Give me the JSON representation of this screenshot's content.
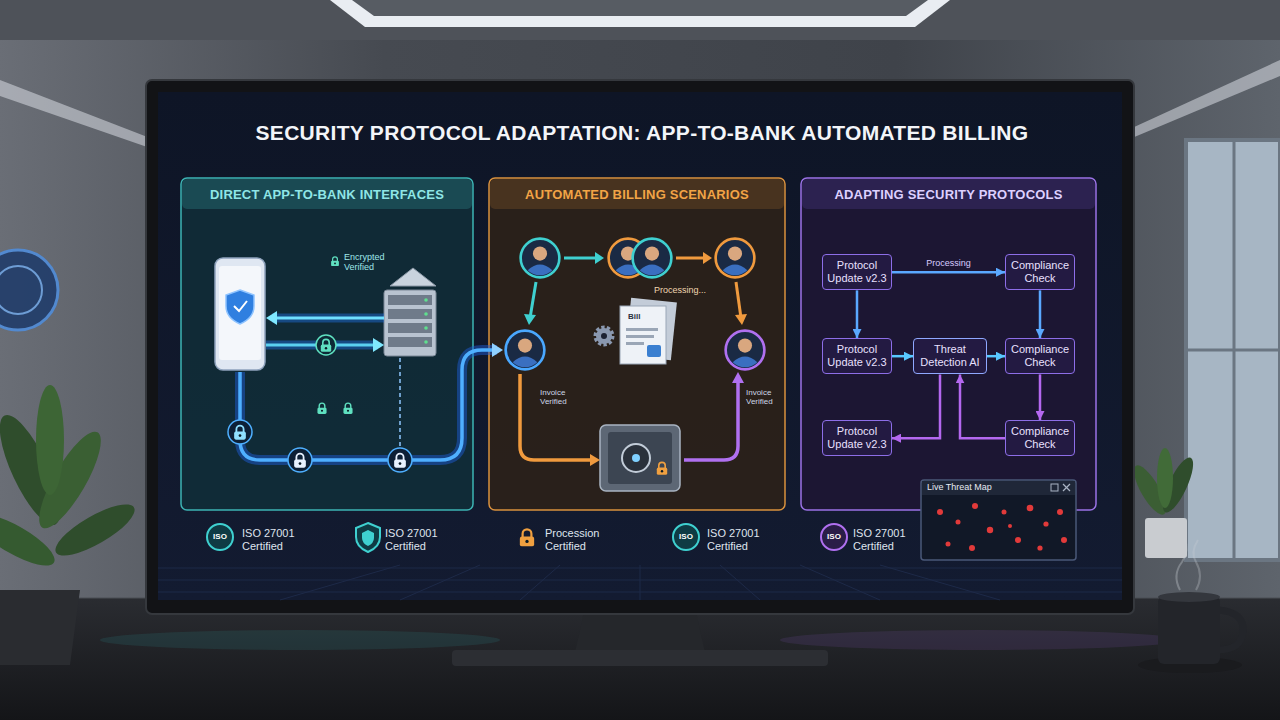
{
  "diagram": {
    "title": "SECURITY PROTOCOL ADAPTATION: APP-TO-BANK AUTOMATED BILLING",
    "nodes": [
      {
        "text": [
          "DIRECT APP-TO-BANK INTERFACES"
        ]
      },
      {
        "text": [
          "AUTOMATED BILLING SCENARIOS"
        ]
      },
      {
        "text": [
          "ADAPTING SECURITY PROTOCOLS"
        ]
      },
      {
        "text": [
          "Protocol Update v2.3"
        ],
        "in": 2
      },
      {
        "text": [
          "Compliance Check"
        ],
        "in": 2
      },
      {
        "text": [
          "Protocol Update v2.3"
        ],
        "in": 2
      },
      {
        "text": [
          "Threat Detection AI"
        ],
        "in": 2
      },
      {
        "text": [
          "Compliance Check"
        ],
        "in": 2
      },
      {
        "text": [
          "Protocol Update v2.3"
        ],
        "in": 2
      },
      {
        "text": [
          "Compliance Check"
        ],
        "in": 2
      },
      {
        "text": [
          "Live Threat Map"
        ]
      }
    ],
    "edges": [
      {
        "from": 3,
        "to": 4,
        "label": "Processing",
        "arrow": "to"
      },
      {
        "from": 3,
        "to": 5,
        "arrow": "to"
      },
      {
        "from": 4,
        "to": 7,
        "arrow": "to"
      },
      {
        "from": 5,
        "to": 6,
        "arrow": "to"
      },
      {
        "from": 6,
        "to": 7,
        "arrow": "to"
      },
      {
        "from": 7,
        "to": 9,
        "arrow": "to"
      },
      {
        "from": 9,
        "to": 6,
        "arrow": "to"
      },
      {
        "from": 6,
        "to": 8,
        "arrow": "to"
      }
    ],
    "labels": [
      "Encrypted Verified",
      "Processing...",
      "Bill",
      "Invoice Verified",
      "Invoice Verified",
      "ISO",
      "ISO 27001 Certified",
      "ISO 27001 Certified",
      "Procession Certified",
      "ISO",
      "ISO 27001 Certified",
      "ISO",
      "ISO 27001 Certified"
    ]
  }
}
